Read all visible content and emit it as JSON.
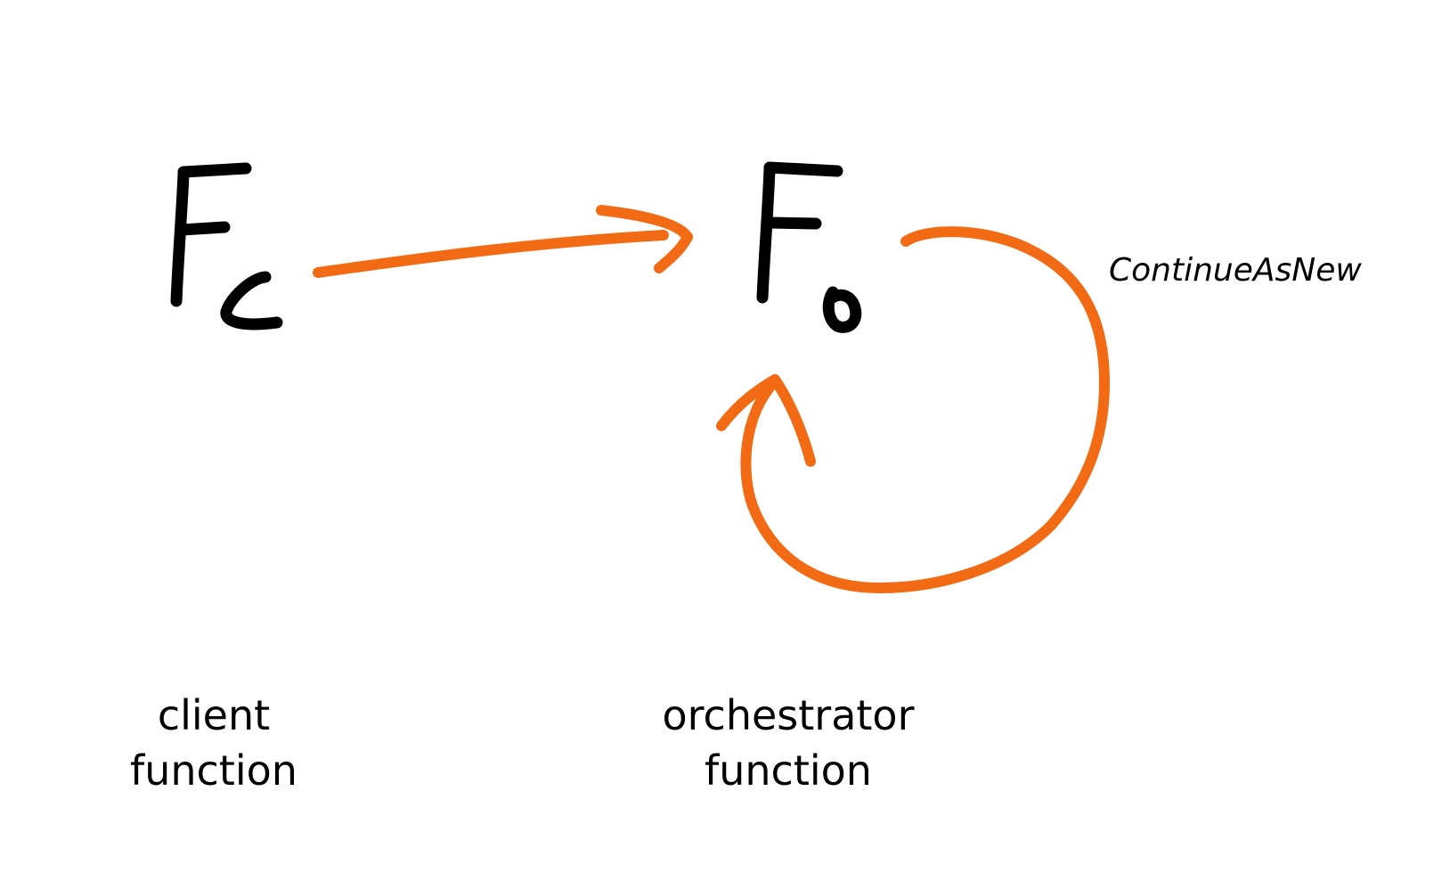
{
  "colors": {
    "ink": "#000000",
    "accent": "#f26a13",
    "background": "#ffffff"
  },
  "symbols": {
    "client": "Fc",
    "orchestrator": "Fo"
  },
  "edges": [
    {
      "from": "client",
      "to": "orchestrator",
      "kind": "call"
    },
    {
      "from": "orchestrator",
      "to": "orchestrator",
      "kind": "loop",
      "label": "ContinueAsNew"
    }
  ],
  "labels": {
    "client": {
      "line1": "client",
      "line2": "function"
    },
    "orchestrator": {
      "line1": "orchestrator",
      "line2": "function"
    },
    "loop": "ContinueAsNew"
  }
}
